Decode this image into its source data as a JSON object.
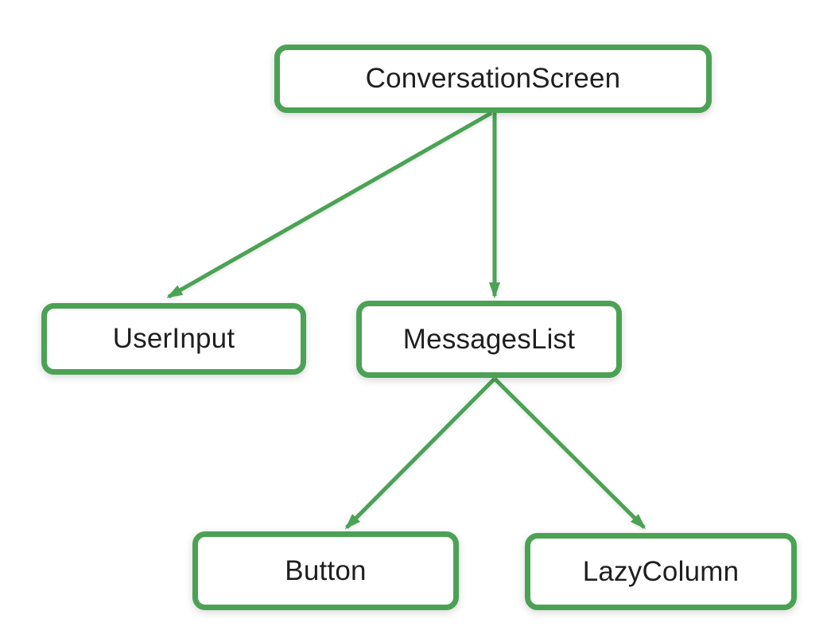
{
  "diagram": {
    "type": "component-tree",
    "nodes": [
      {
        "id": "conversation-screen",
        "label": "ConversationScreen"
      },
      {
        "id": "user-input",
        "label": "UserInput"
      },
      {
        "id": "messages-list",
        "label": "MessagesList"
      },
      {
        "id": "button",
        "label": "Button"
      },
      {
        "id": "lazy-column",
        "label": "LazyColumn"
      }
    ],
    "edges": [
      {
        "from": "ConversationScreen",
        "to": "UserInput"
      },
      {
        "from": "ConversationScreen",
        "to": "MessagesList"
      },
      {
        "from": "MessagesList",
        "to": "Button"
      },
      {
        "from": "MessagesList",
        "to": "LazyColumn"
      }
    ],
    "colors": {
      "accent_green": "#4BA254",
      "node_fill": "#ffffff",
      "label_text": "#1f1f1f",
      "background": "#ffffff"
    }
  }
}
